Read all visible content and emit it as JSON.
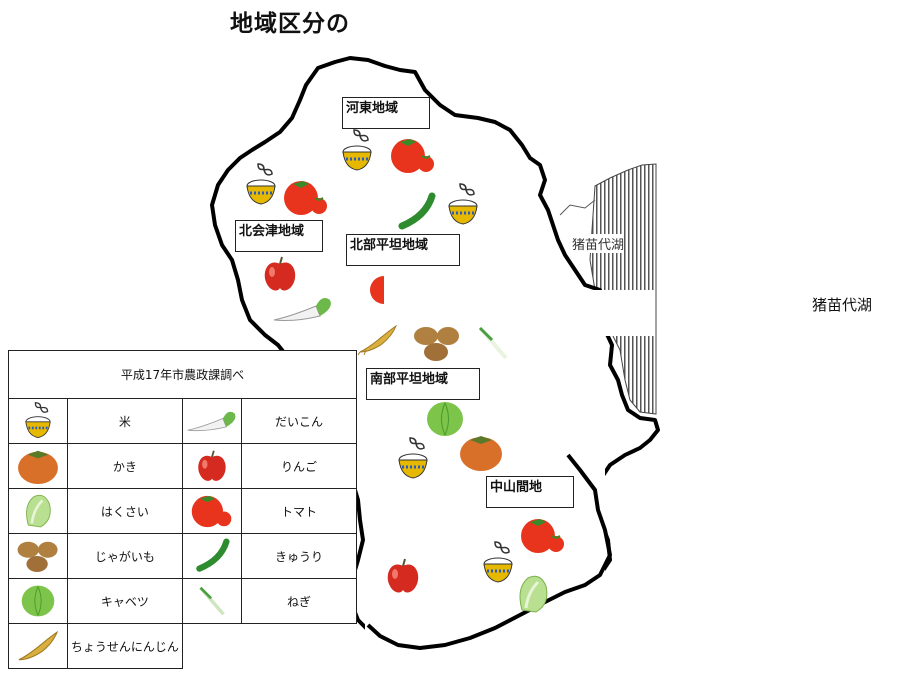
{
  "title": "地域区分の",
  "regions": {
    "katou": "河東地域",
    "kitaaizu": "北会津地域",
    "hokubu": "北部平坦地域",
    "nanbu": "南部平坦地域",
    "chusankan": "中山間地"
  },
  "lake": {
    "map_label": "猪苗代湖",
    "outside_label": "猪苗代湖"
  },
  "legend": {
    "header": "平成17年市農政課調べ",
    "items": [
      {
        "icon": "rice-bowl-icon",
        "label": "米"
      },
      {
        "icon": "daikon-icon",
        "label": "だいこん"
      },
      {
        "icon": "persimmon-icon",
        "label": "かき"
      },
      {
        "icon": "apple-icon",
        "label": "りんご"
      },
      {
        "icon": "hakusai-icon",
        "label": "はくさい"
      },
      {
        "icon": "tomato-icon",
        "label": "トマト"
      },
      {
        "icon": "potato-icon",
        "label": "じゃがいも"
      },
      {
        "icon": "cucumber-icon",
        "label": "きゅうり"
      },
      {
        "icon": "cabbage-icon",
        "label": "キャベツ"
      },
      {
        "icon": "leek-icon",
        "label": "ねぎ"
      },
      {
        "icon": "ginseng-icon",
        "label": "ちょうせんにんじん"
      }
    ]
  },
  "colors": {
    "outline": "#000000",
    "tomato": "#e8341c",
    "apple": "#d42a20",
    "persimmon": "#d9702a",
    "cucumber": "#2e8b2e",
    "cabbage": "#7cc44a",
    "rice_bowl": "#e6b800",
    "potato": "#b08040",
    "ginseng": "#d9b040"
  }
}
